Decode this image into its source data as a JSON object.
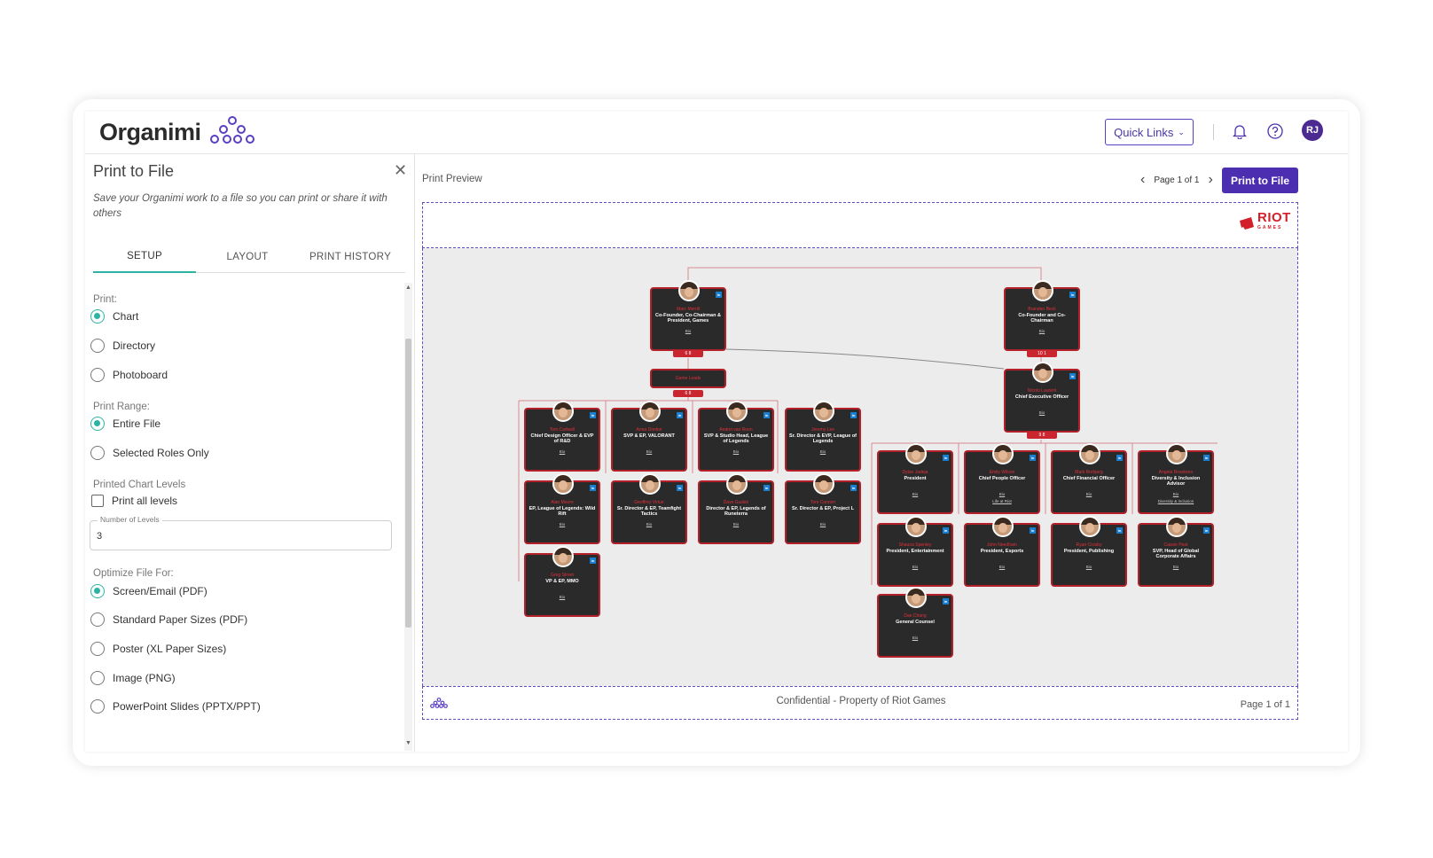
{
  "app": {
    "brand": "Organimi"
  },
  "header": {
    "quick_links": "Quick Links",
    "user_initials": "RJ"
  },
  "panel": {
    "title": "Print to File",
    "description": "Save your Organimi work to a file so you can print or share it with others",
    "tabs": [
      "SETUP",
      "LAYOUT",
      "PRINT HISTORY"
    ],
    "active_tab": "SETUP",
    "print_label": "Print:",
    "print_options": [
      {
        "label": "Chart",
        "selected": true
      },
      {
        "label": "Directory",
        "selected": false
      },
      {
        "label": "Photoboard",
        "selected": false
      }
    ],
    "range_label": "Print Range:",
    "range_options": [
      {
        "label": "Entire File",
        "selected": true
      },
      {
        "label": "Selected Roles Only",
        "selected": false
      }
    ],
    "levels_label": "Printed Chart Levels",
    "print_all_levels": {
      "label": "Print all levels",
      "checked": false
    },
    "number_of_levels": {
      "label": "Number of Levels",
      "value": "3"
    },
    "optimize_label": "Optimize File For:",
    "optimize_options": [
      {
        "label": "Screen/Email (PDF)",
        "selected": true
      },
      {
        "label": "Standard Paper Sizes (PDF)",
        "selected": false
      },
      {
        "label": "Poster (XL Paper Sizes)",
        "selected": false
      },
      {
        "label": "Image (PNG)",
        "selected": false
      },
      {
        "label": "PowerPoint Slides (PPTX/PPT)",
        "selected": false
      }
    ]
  },
  "preview": {
    "label": "Print Preview",
    "pager": "Page 1 of 1",
    "print_button": "Print to File",
    "header_logo_text": "RIOT",
    "header_logo_sub": "GAMES",
    "footer_text": "Confidential - Property of Riot Games",
    "footer_page": "Page 1 of 1"
  },
  "chart": {
    "cards": [
      {
        "id": "marc",
        "name": "Marc Merrill",
        "title": "Co-Founder, Co-Chairman & President, Games",
        "bio": "Bio",
        "badge": "6   8"
      },
      {
        "id": "brandon",
        "name": "Brandon Beck",
        "title": "Co-Founder and Co-Chairman",
        "bio": "Bio",
        "badge": "10   1"
      },
      {
        "id": "nicolo",
        "name": "Nicolo Laurent",
        "title": "Chief Executive Officer",
        "bio": "Bio",
        "badge": "9   8"
      },
      {
        "id": "tom",
        "name": "Tom Cadwell",
        "title": "Chief Design Officer & EVP of R&D",
        "bio": "Bio"
      },
      {
        "id": "anna",
        "name": "Anna Donlon",
        "title": "SVP & EP, VALORANT",
        "bio": "Bio"
      },
      {
        "id": "andrei",
        "name": "Andrei van Roon",
        "title": "SVP & Studio Head, League of Legends",
        "bio": "Bio"
      },
      {
        "id": "jeremy",
        "name": "Jeremy Lee",
        "title": "Sr. Director & EVP, League of Legends",
        "bio": "Bio"
      },
      {
        "id": "alan",
        "name": "Alan Moore",
        "title": "EP, League of Legends: Wild Rift",
        "bio": "Bio"
      },
      {
        "id": "geoffrey",
        "name": "Geoffrey Virtue",
        "title": "Sr. Director & EP, Teamfight Tactics",
        "bio": "Bio"
      },
      {
        "id": "dave",
        "name": "Dave Guskin",
        "title": "Director & EP, Legends of Runeterra",
        "bio": "Bio"
      },
      {
        "id": "tom2",
        "name": "Tom Cannon",
        "title": "Sr. Director & EP, Project L",
        "bio": "Bio"
      },
      {
        "id": "greg",
        "name": "Greg Street",
        "title": "VP & EP, MMO",
        "bio": "Bio"
      },
      {
        "id": "dylan",
        "name": "Dylan Jadeja",
        "title": "President",
        "bio": "Bio"
      },
      {
        "id": "emily",
        "name": "Emily Wilson",
        "title": "Chief People Officer",
        "bio": "Bio",
        "extra": "Life at Riot"
      },
      {
        "id": "mark",
        "name": "Mark Borbjerg",
        "title": "Chief Financial Officer",
        "bio": "Bio"
      },
      {
        "id": "angela",
        "name": "Angela Roseboro",
        "title": "Diversity & Inclusion Advisor",
        "bio": "Bio",
        "extra": "Diversity & Inclusion"
      },
      {
        "id": "shauna",
        "name": "Shauna Spenley",
        "title": "President, Entertainment",
        "bio": "Bio"
      },
      {
        "id": "john",
        "name": "John Needham",
        "title": "President, Esports",
        "bio": "Bio"
      },
      {
        "id": "ryan",
        "name": "Ryan Crosby",
        "title": "President, Publishing",
        "bio": "Bio"
      },
      {
        "id": "cassie",
        "name": "Cassie Peat",
        "title": "SVP, Head of Global Corporate Affairs",
        "bio": "Bio"
      },
      {
        "id": "dan",
        "name": "Dan Chang",
        "title": "General Counsel",
        "bio": "Bio"
      }
    ],
    "game_leads": {
      "label": "Game Leads",
      "badge": "6   8"
    }
  },
  "colors": {
    "accent": "#4b2fb0",
    "teal": "#2bb3a3",
    "card_border": "#b3202a",
    "riot_red": "#d21f2a"
  }
}
